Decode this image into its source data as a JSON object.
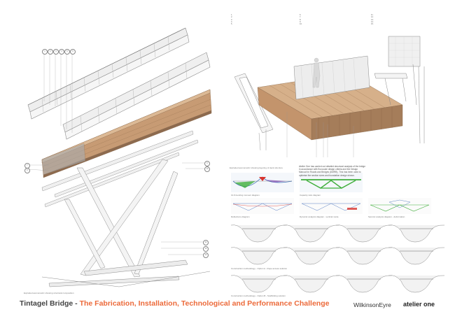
{
  "footer": {
    "title_main": "Tintagel Bridge - ",
    "title_sub": "The Fabrication, Installation, Technological and Performance Challenge",
    "brand_wilkinson": "WilkinsonEyre",
    "brand_atelier": "atelier one"
  },
  "legend": {
    "col1": [
      "1.",
      "2.",
      "3.",
      "4.",
      "5."
    ],
    "col2": [
      "6.",
      "7.",
      "8.",
      "9.",
      "10."
    ],
    "col3": [
      "11.",
      "12.",
      "13.",
      "14.",
      "15."
    ]
  },
  "callouts": {
    "top": [
      "1",
      "2",
      "3",
      "4",
      "5",
      "6"
    ],
    "left": [
      "7",
      "8"
    ],
    "right": [
      "9",
      "10"
    ],
    "lower": [
      "11",
      "12",
      "13"
    ]
  },
  "captions": {
    "left_exploded": "Exploded axonometric showing structural composition",
    "right_exploded": "Exploded axonometric showing layering of deck structure",
    "row1": [
      "ULS bending moment diagram",
      "Capacity ratio diagram"
    ],
    "row2": [
      "Deflections diagram",
      "Dynamic analysis diagram - vertical mode",
      "Seismic analysis diagram - deformation"
    ],
    "row3": "Construction methodology - Option A - Rope access solution",
    "row4": "Construction methodology - Option B - Scaffolding solution"
  },
  "note": "Atelier One has carried out detailed structural analysis of the bridge in accordance with Eurocode design criteria and the Design Manual for Roads and Bridges (DMRB). This has been used to optimise the section sizes and foundation design shown.",
  "colors": {
    "accent": "#ec6a3a",
    "timber": "#b88a63",
    "steel": "#9aa0a3",
    "analysis_blue": "#3d6fb5",
    "analysis_green": "#3fae3a"
  }
}
